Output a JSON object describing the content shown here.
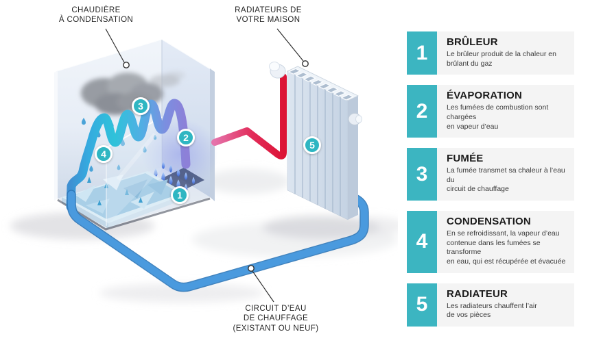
{
  "diagram": {
    "labels": {
      "boiler": "CHAUDIÈRE\nÀ CONDENSATION",
      "radiators": "RADIATEURS DE\nVOTRE MAISON",
      "water_circuit": "CIRCUIT D’EAU\nDE CHAUFFAGE\n(EXISTANT OU NEUF)"
    },
    "markers": [
      "1",
      "2",
      "3",
      "4",
      "5"
    ]
  },
  "legend": {
    "items": [
      {
        "number": "1",
        "title": "BRÛLEUR",
        "description": "Le brûleur produit de la chaleur en\nbrûlant du gaz"
      },
      {
        "number": "2",
        "title": "ÉVAPORATION",
        "description": "Les fumées de combustion sont chargées\nen vapeur d’eau"
      },
      {
        "number": "3",
        "title": "FUMÉE",
        "description": "La fumée transmet sa chaleur à l’eau du\ncircuit de chauffage"
      },
      {
        "number": "4",
        "title": "CONDENSATION",
        "description": "En se refroidissant, la vapeur d’eau\ncontenue dans les fumées se transforme\nen eau, qui est récupérée et évacuée"
      },
      {
        "number": "5",
        "title": "RADIATEUR",
        "description": "Les radiateurs chauffent l’air\nde vos pièces"
      }
    ]
  },
  "colors": {
    "accent_teal": "#2fb6c2",
    "pipe_cold_blue": "#3f90d2",
    "pipe_hot_red": "#dc1335",
    "pipe_pink": "#e573ab",
    "pipe_purple": "#8d80d8",
    "pipe_cyan": "#2fc2da"
  }
}
